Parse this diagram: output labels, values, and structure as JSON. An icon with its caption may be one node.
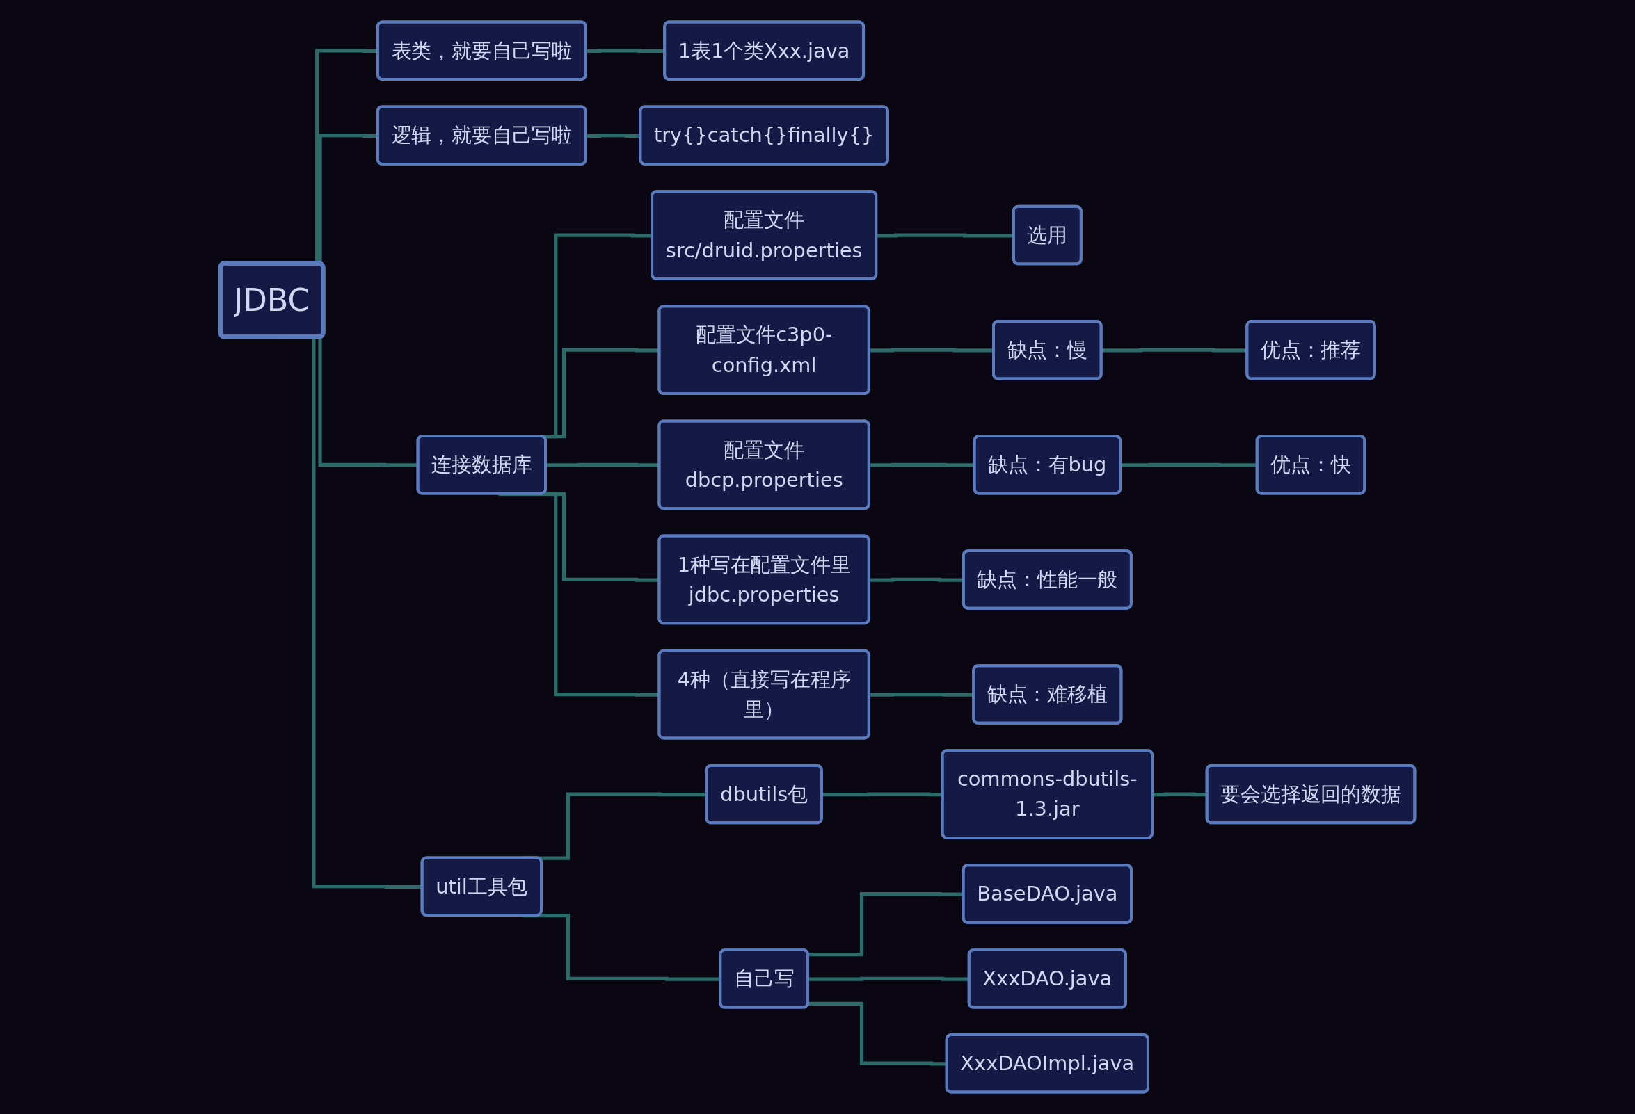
{
  "diagram": {
    "nodes": [
      {
        "text": [
          "JDBC"
        ]
      },
      {
        "text": [
          "表类，就要自己写啦"
        ]
      },
      {
        "text": [
          "1表1个类Xxx.java"
        ]
      },
      {
        "text": [
          "逻辑，就要自己写啦"
        ]
      },
      {
        "text": [
          "try{}catch{}finally{}"
        ]
      },
      {
        "text": [
          "连接数据库"
        ]
      },
      {
        "text": [
          "配置文件src/druid.properties"
        ]
      },
      {
        "text": [
          "选用"
        ]
      },
      {
        "text": [
          "配置文件c3p0-config.xml"
        ]
      },
      {
        "text": [
          "缺点：慢"
        ]
      },
      {
        "text": [
          "优点：推荐"
        ]
      },
      {
        "text": [
          "配置文件dbcp.properties"
        ]
      },
      {
        "text": [
          "缺点：有bug"
        ]
      },
      {
        "text": [
          "优点：快"
        ]
      },
      {
        "text": [
          "1种写在配置文件里jdbc.properties"
        ]
      },
      {
        "text": [
          "缺点：性能一般"
        ]
      },
      {
        "text": [
          "4种（直接写在程序里）"
        ]
      },
      {
        "text": [
          "缺点：难移植"
        ]
      },
      {
        "text": [
          "util工具包"
        ]
      },
      {
        "text": [
          "dbutils包"
        ]
      },
      {
        "text": [
          "commons-dbutils-1.3.jar"
        ]
      },
      {
        "text": [
          "要会选择返回的数据"
        ]
      },
      {
        "text": [
          "自己写"
        ]
      },
      {
        "text": [
          "BaseDAO.java"
        ]
      },
      {
        "text": [
          "XxxDAO.java"
        ]
      },
      {
        "text": [
          "XxxDAOImpl.java"
        ]
      }
    ],
    "edges": [
      {
        "from": 0,
        "to": 1,
        "arrow": "none"
      },
      {
        "from": 1,
        "to": 2,
        "arrow": "none"
      },
      {
        "from": 0,
        "to": 3,
        "arrow": "none"
      },
      {
        "from": 3,
        "to": 4,
        "arrow": "none"
      },
      {
        "from": 0,
        "to": 5,
        "arrow": "none"
      },
      {
        "from": 5,
        "to": 6,
        "arrow": "none"
      },
      {
        "from": 6,
        "to": 7,
        "arrow": "none"
      },
      {
        "from": 5,
        "to": 8,
        "arrow": "none"
      },
      {
        "from": 8,
        "to": 9,
        "arrow": "none"
      },
      {
        "from": 9,
        "to": 10,
        "arrow": "none"
      },
      {
        "from": 5,
        "to": 11,
        "arrow": "none"
      },
      {
        "from": 11,
        "to": 12,
        "arrow": "none"
      },
      {
        "from": 12,
        "to": 13,
        "arrow": "none"
      },
      {
        "from": 5,
        "to": 14,
        "arrow": "none"
      },
      {
        "from": 14,
        "to": 15,
        "arrow": "none"
      },
      {
        "from": 5,
        "to": 16,
        "arrow": "none"
      },
      {
        "from": 16,
        "to": 17,
        "arrow": "none"
      },
      {
        "from": 0,
        "to": 18,
        "arrow": "none"
      },
      {
        "from": 18,
        "to": 19,
        "arrow": "none"
      },
      {
        "from": 19,
        "to": 20,
        "arrow": "none"
      },
      {
        "from": 20,
        "to": 21,
        "arrow": "none"
      },
      {
        "from": 18,
        "to": 22,
        "arrow": "none"
      },
      {
        "from": 22,
        "to": 23,
        "arrow": "none"
      },
      {
        "from": 22,
        "to": 24,
        "arrow": "none"
      },
      {
        "from": 22,
        "to": 25,
        "arrow": "none"
      }
    ]
  }
}
